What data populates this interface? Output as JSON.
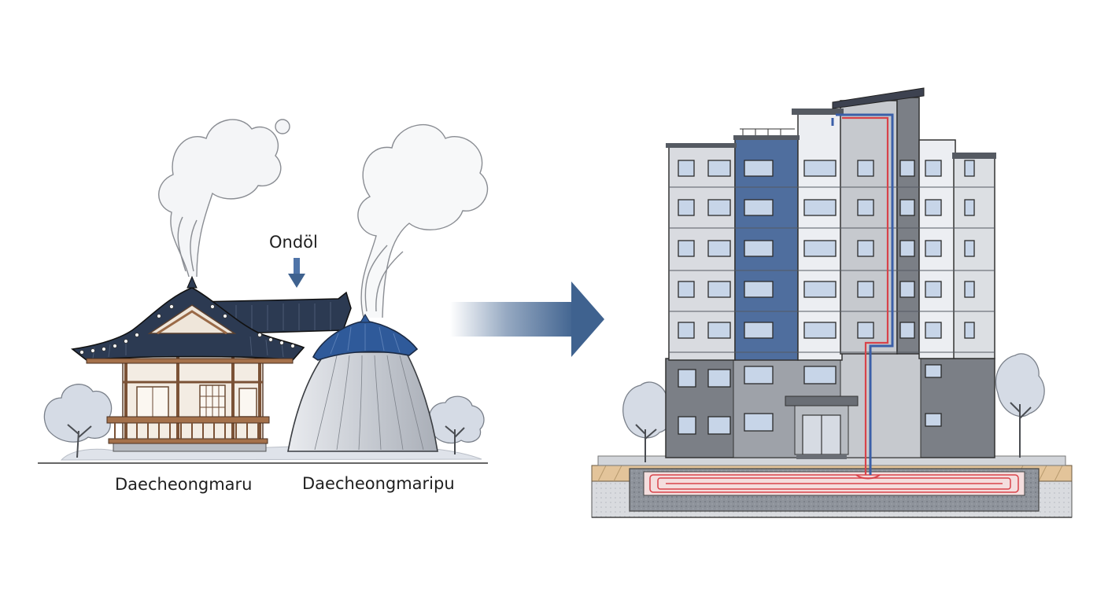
{
  "labels": {
    "ondol": "Ondöl",
    "house": "Daecheongmaru",
    "mound": "Daecheongmaripu"
  },
  "colors": {
    "roof": "#2c3a52",
    "wood": "#9a6a47",
    "accent_blue": "#3f628f",
    "panel_blue": "#4f6e9e",
    "heating_pipe": "#d8434a",
    "concrete_dark": "#7b7f86",
    "wall_light": "#eceef2",
    "deck": "#e3c49a",
    "ink": "#2b2b2b"
  },
  "icons": [
    "arrow-down-icon",
    "transition-arrow-icon",
    "tree-icon",
    "smoke-icon"
  ]
}
